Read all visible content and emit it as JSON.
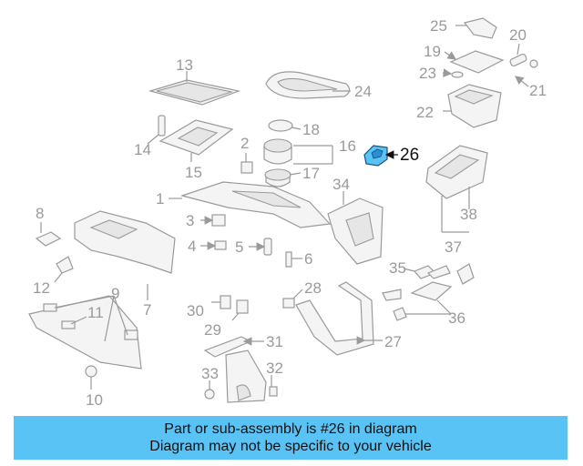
{
  "diagram": {
    "highlight_color": "#59c3f5",
    "highlighted_part": "26",
    "callouts": [
      "1",
      "2",
      "3",
      "4",
      "5",
      "6",
      "7",
      "8",
      "9",
      "10",
      "11",
      "12",
      "13",
      "14",
      "15",
      "16",
      "17",
      "18",
      "19",
      "20",
      "21",
      "22",
      "23",
      "24",
      "25",
      "26",
      "27",
      "28",
      "29",
      "30",
      "31",
      "32",
      "33",
      "34",
      "35",
      "36",
      "37",
      "38"
    ]
  },
  "caption": {
    "line1": "Part or sub-assembly is #26 in diagram",
    "line2": "Diagram may not be specific to your vehicle"
  }
}
